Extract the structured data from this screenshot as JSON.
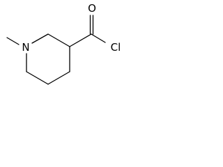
{
  "molecule": {
    "atoms": {
      "nitrogen": "N",
      "oxygen": "O",
      "chlorine": "Cl"
    }
  }
}
